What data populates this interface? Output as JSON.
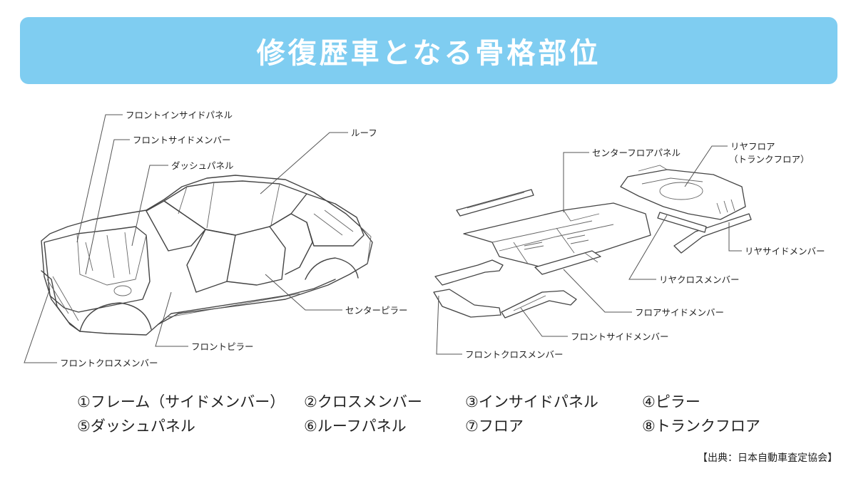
{
  "title": "修復歴車となる骨格部位",
  "left_labels": {
    "front_inside_panel": "フロントインサイドパネル",
    "front_side_member": "フロントサイドメンバー",
    "dash_panel": "ダッシュパネル",
    "roof": "ルーフ",
    "center_pillar": "センターピラー",
    "front_pillar": "フロントピラー",
    "front_cross_member": "フロントクロスメンバー"
  },
  "right_labels": {
    "center_floor_panel": "センターフロアパネル",
    "rear_floor_line1": "リヤフロア",
    "rear_floor_line2": "（トランクフロア）",
    "rear_side_member": "リヤサイドメンバー",
    "rear_cross_member": "リヤクロスメンバー",
    "floor_side_member": "フロアサイドメンバー",
    "front_side_member": "フロントサイドメンバー",
    "front_cross_member": "フロントクロスメンバー"
  },
  "legend": [
    "①フレーム（サイドメンバー）",
    "②クロスメンバー",
    "③インサイドパネル",
    "④ピラー",
    "⑤ダッシュパネル",
    "⑥ルーフパネル",
    "⑦フロア",
    "⑧トランクフロア"
  ],
  "source": "【出典：日本自動車査定協会】",
  "colors": {
    "title_bar": "#7fcdf1",
    "title_text": "#ffffff"
  }
}
